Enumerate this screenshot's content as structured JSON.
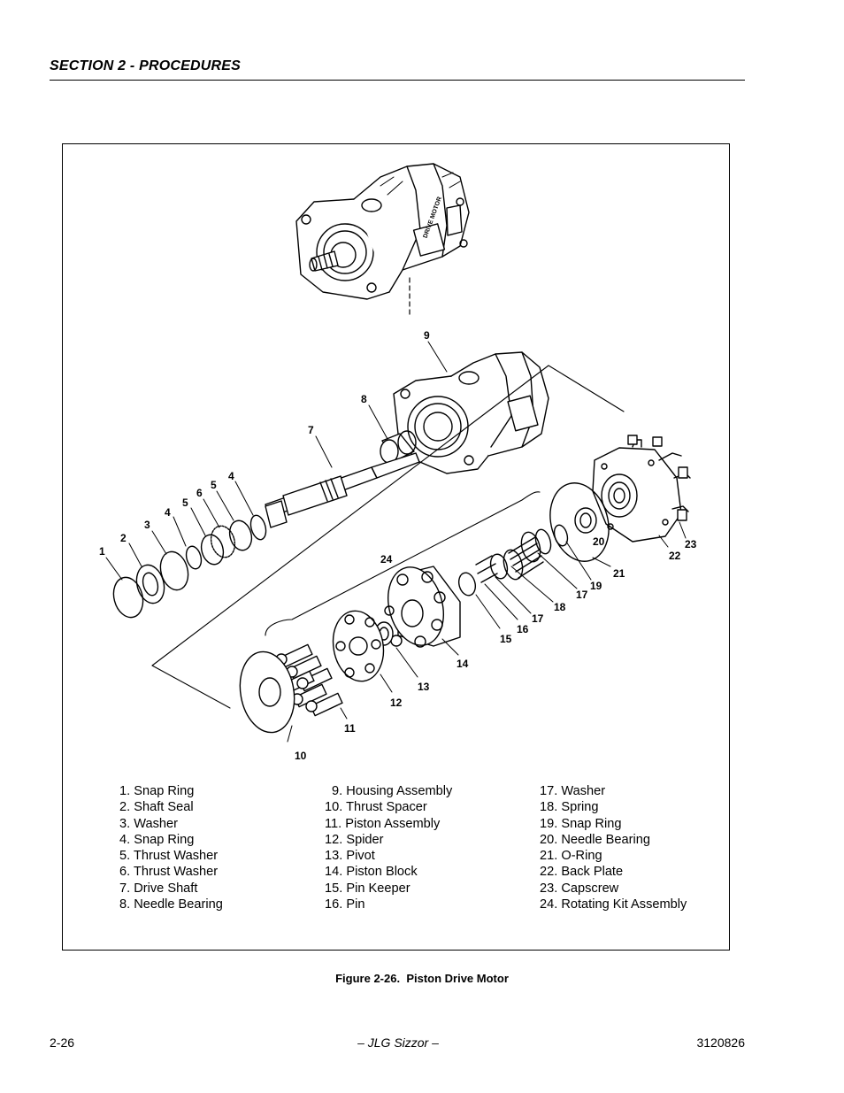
{
  "header": {
    "section_title": "SECTION 2 - PROCEDURES"
  },
  "figure": {
    "caption_number": "Figure 2-26.",
    "caption_title": "Piston Drive Motor",
    "assembled_view_label": "DRIVE MOTOR",
    "callouts": [
      "1",
      "2",
      "3",
      "4",
      "5",
      "6",
      "5",
      "4",
      "7",
      "8",
      "9",
      "10",
      "11",
      "12",
      "13",
      "14",
      "15",
      "16",
      "17",
      "18",
      "17",
      "19",
      "20",
      "21",
      "22",
      "23",
      "24"
    ],
    "legend_columns": [
      [
        "1. Snap Ring",
        "2. Shaft Seal",
        "3. Washer",
        "4. Snap Ring",
        "5. Thrust Washer",
        "6. Thrust Washer",
        "7. Drive Shaft",
        "8. Needle Bearing"
      ],
      [
        "9. Housing Assembly",
        "10. Thrust Spacer",
        "11. Piston Assembly",
        "12. Spider",
        "13. Pivot",
        "14. Piston Block",
        "15. Pin Keeper",
        "16. Pin"
      ],
      [
        "17. Washer",
        "18. Spring",
        "19. Snap Ring",
        "20. Needle Bearing",
        "21. O-Ring",
        "22. Back Plate",
        "23. Capscrew",
        "24. Rotating Kit Assembly"
      ]
    ]
  },
  "footer": {
    "page_number": "2-26",
    "center_text": "– JLG Sizzor –",
    "doc_number": "3120826"
  }
}
